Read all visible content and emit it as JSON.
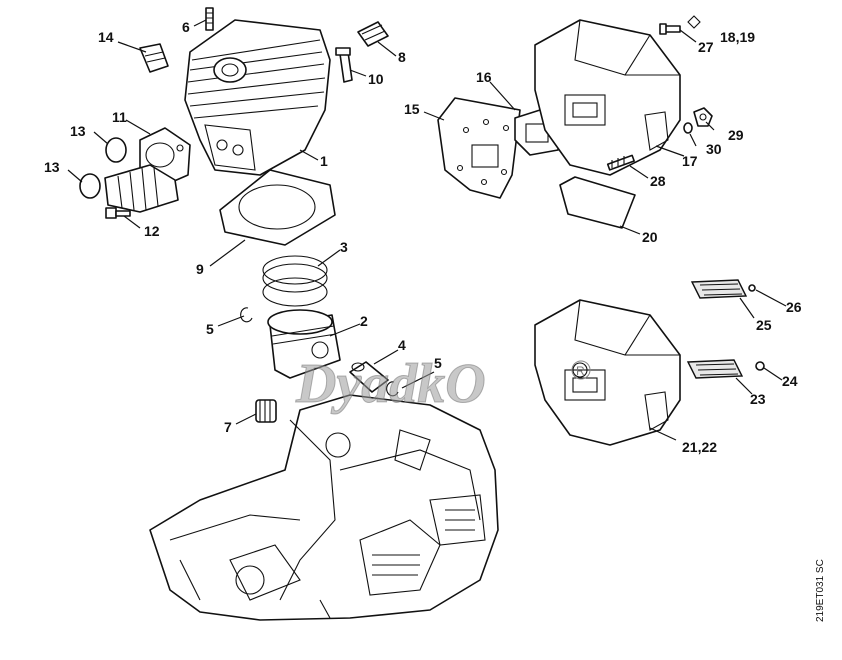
{
  "diagram": {
    "title": "Cylinder, piston, crankcase and muffler exploded view",
    "drawing_code": "219ET031 SC",
    "watermark": "DyadkO",
    "callouts": [
      {
        "id": "1",
        "text": "1"
      },
      {
        "id": "2",
        "text": "2"
      },
      {
        "id": "3",
        "text": "3"
      },
      {
        "id": "4",
        "text": "4"
      },
      {
        "id": "5a",
        "text": "5"
      },
      {
        "id": "5b",
        "text": "5"
      },
      {
        "id": "6",
        "text": "6"
      },
      {
        "id": "7",
        "text": "7"
      },
      {
        "id": "8",
        "text": "8"
      },
      {
        "id": "9",
        "text": "9"
      },
      {
        "id": "10",
        "text": "10"
      },
      {
        "id": "11",
        "text": "11"
      },
      {
        "id": "12",
        "text": "12"
      },
      {
        "id": "13a",
        "text": "13"
      },
      {
        "id": "13b",
        "text": "13"
      },
      {
        "id": "14",
        "text": "14"
      },
      {
        "id": "15",
        "text": "15"
      },
      {
        "id": "16",
        "text": "16"
      },
      {
        "id": "17",
        "text": "17"
      },
      {
        "id": "18_19",
        "text": "18,19"
      },
      {
        "id": "20",
        "text": "20"
      },
      {
        "id": "21_22",
        "text": "21,22"
      },
      {
        "id": "23",
        "text": "23"
      },
      {
        "id": "24",
        "text": "24"
      },
      {
        "id": "25",
        "text": "25"
      },
      {
        "id": "26",
        "text": "26"
      },
      {
        "id": "27",
        "text": "27"
      },
      {
        "id": "28",
        "text": "28"
      },
      {
        "id": "29",
        "text": "29"
      },
      {
        "id": "30",
        "text": "30"
      }
    ]
  }
}
